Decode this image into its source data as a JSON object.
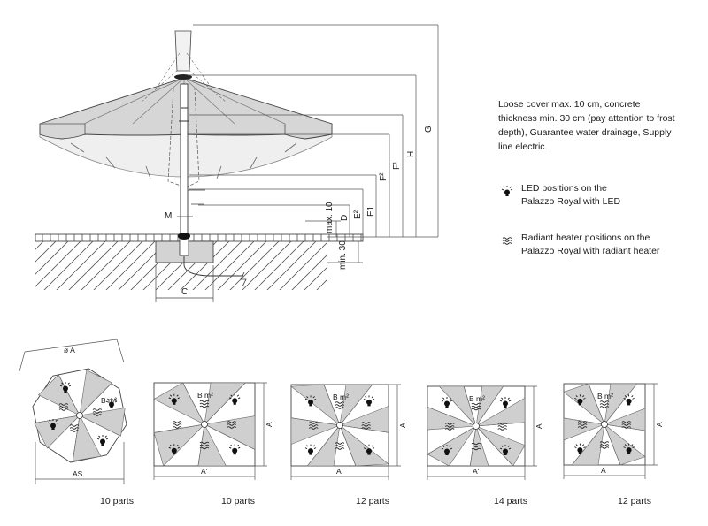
{
  "install_note": "Loose cover max. 10 cm, concrete thickness min. 30 cm (pay attention to frost depth), Guarantee water drainage, Supply line electric.",
  "legend": {
    "led_line1": "LED positions on the",
    "led_line2": "Palazzo Royal with LED",
    "heater_line1": "Radiant heater positions on the",
    "heater_line2": "Palazzo Royal with radiant heater"
  },
  "dimension_labels": {
    "G": "G",
    "H": "H",
    "F1": "F¹",
    "F2": "F²",
    "E1": "E1",
    "E2": "E²",
    "D": "D",
    "max10": "max. 10",
    "min30": "min. 30",
    "M": "M",
    "C": "C"
  },
  "plans": [
    {
      "shape": "octagon",
      "label_top": "ø A",
      "label_bottom": "AS",
      "area_label": "B m²",
      "parts": "10 parts"
    },
    {
      "shape": "square",
      "label_side": "A",
      "label_bottom": "A'",
      "area_label": "B m²",
      "parts": "10 parts"
    },
    {
      "shape": "rect",
      "label_side": "A",
      "label_bottom": "A'",
      "area_label": "B m²",
      "parts": "12 parts"
    },
    {
      "shape": "rect",
      "label_side": "A",
      "label_bottom": "A'",
      "area_label": "B m²",
      "parts": "14 parts"
    },
    {
      "shape": "square",
      "label_side": "A",
      "label_bottom": "A",
      "area_label": "B m²",
      "parts": "12 parts"
    }
  ],
  "icons": {
    "led": "led-bulb-icon",
    "heater": "radiant-heater-icon"
  },
  "colors": {
    "line": "#4a4a4a",
    "canopy_fill": "#d9d9d9",
    "canopy_light": "#eeeeee",
    "segment_fill": "#cfcfcf"
  }
}
